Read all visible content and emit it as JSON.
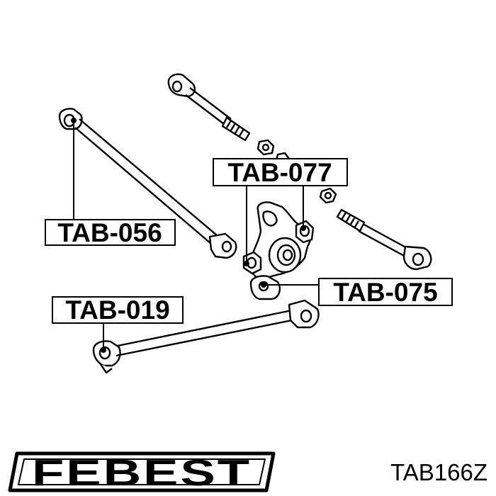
{
  "callouts": {
    "tab_077": "TAB-077",
    "tab_056": "TAB-056",
    "tab_075": "TAB-075",
    "tab_019": "TAB-019"
  },
  "brand": {
    "logo_text": "FEBEST"
  },
  "part": {
    "code": "TAB166Z"
  }
}
